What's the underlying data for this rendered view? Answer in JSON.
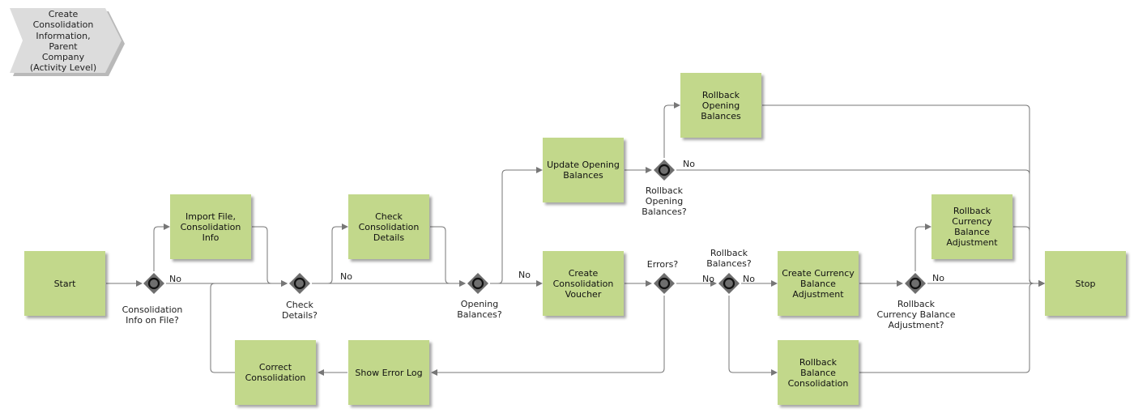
{
  "process": {
    "title": "Create\nConsolidation\nInformation,\nParent\nCompany\n(Activity Level)"
  },
  "colors": {
    "node": "#c2d88b",
    "gateway": "#6e6e6e",
    "line": "#777777",
    "process_chevron": "#dcdcdc"
  },
  "nodes": {
    "start": "Start",
    "import_file": "Import File,\nConsolidation\nInfo",
    "check_details": "Check\nConsolidation\nDetails",
    "update_opening": "Update Opening\nBalances",
    "rollback_opening": "Rollback\nOpening\nBalances",
    "create_voucher": "Create\nConsolidation\nVoucher",
    "create_currency": "Create Currency\nBalance\nAdjustment",
    "rollback_currency": "Rollback\nCurrency\nBalance\nAdjustment",
    "stop": "Stop",
    "correct_consolidation": "Correct\nConsolidation",
    "show_error_log": "Show Error Log",
    "rollback_balance": "Rollback\nBalance\nConsolidation"
  },
  "gateways": {
    "g1": "Consolidation\nInfo  on File?",
    "g2": "Check\nDetails?",
    "g3": "Opening\nBalances?",
    "g4": "Rollback\nOpening\nBalances?",
    "g5": "Errors?",
    "g6": "Rollback\nBalances?",
    "g7": "Rollback\nCurrency Balance\nAdjustment?"
  },
  "edge_labels": {
    "no": "No"
  }
}
